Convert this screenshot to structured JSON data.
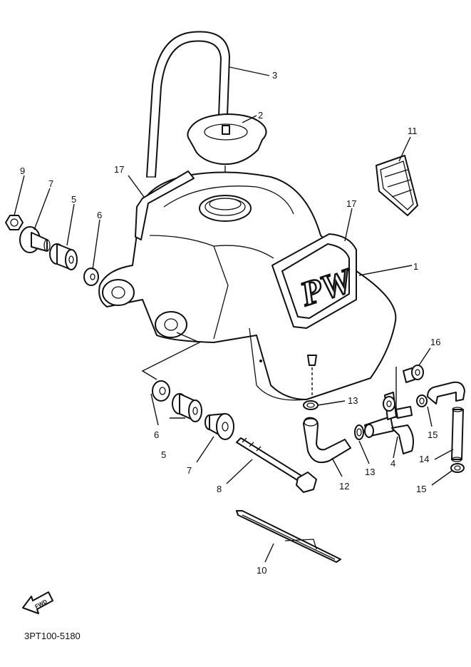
{
  "diagram_code": "3PT100-5180",
  "fwd_label": "FWD",
  "tank_logo": "PW",
  "callouts": [
    {
      "id": "c1",
      "label": "1",
      "part": "fuel-tank"
    },
    {
      "id": "c2",
      "label": "2",
      "part": "fuel-tank-cap"
    },
    {
      "id": "c3",
      "label": "3",
      "part": "breather-hose"
    },
    {
      "id": "c4",
      "label": "4",
      "part": "fuel-cock"
    },
    {
      "id": "c5a",
      "label": "5",
      "part": "damper-rear"
    },
    {
      "id": "c5b",
      "label": "5",
      "part": "damper-front"
    },
    {
      "id": "c6a",
      "label": "6",
      "part": "washer-rear"
    },
    {
      "id": "c6b",
      "label": "6",
      "part": "washer-front"
    },
    {
      "id": "c7a",
      "label": "7",
      "part": "collar-rear"
    },
    {
      "id": "c7b",
      "label": "7",
      "part": "collar-front"
    },
    {
      "id": "c8",
      "label": "8",
      "part": "bolt"
    },
    {
      "id": "c9",
      "label": "9",
      "part": "nut"
    },
    {
      "id": "c10",
      "label": "10",
      "part": "plate"
    },
    {
      "id": "c11",
      "label": "11",
      "part": "emblem-plate"
    },
    {
      "id": "c12",
      "label": "12",
      "part": "fuel-pipe"
    },
    {
      "id": "c13a",
      "label": "13",
      "part": "clip-upper"
    },
    {
      "id": "c13b",
      "label": "13",
      "part": "clip-lower"
    },
    {
      "id": "c14",
      "label": "14",
      "part": "pipe"
    },
    {
      "id": "c15a",
      "label": "15",
      "part": "clip-upper-right"
    },
    {
      "id": "c15b",
      "label": "15",
      "part": "clip-lower-right"
    },
    {
      "id": "c16",
      "label": "16",
      "part": "screw"
    },
    {
      "id": "c17a",
      "label": "17",
      "part": "graphic-left"
    },
    {
      "id": "c17b",
      "label": "17",
      "part": "graphic-right"
    }
  ]
}
